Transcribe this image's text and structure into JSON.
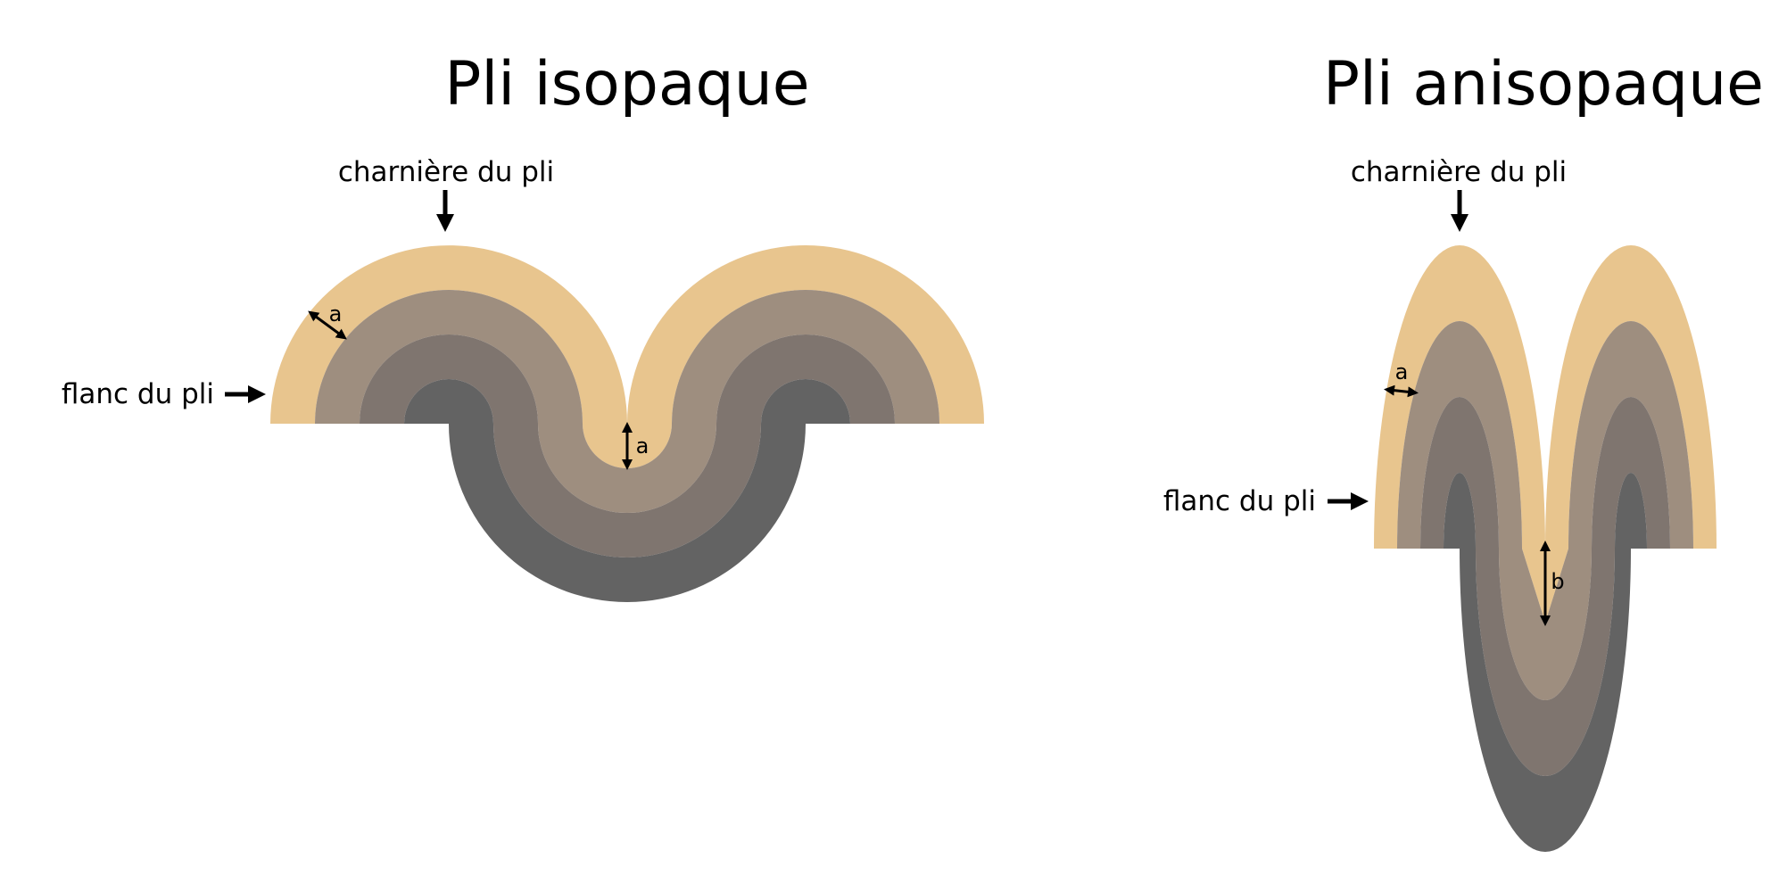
{
  "colors": {
    "layer_1": "#e8c58e",
    "layer_2": "#9e8e7f",
    "layer_3": "#7f756f",
    "layer_4": "#636363",
    "arrow": "#000000",
    "background": "#ffffff"
  },
  "isopaque": {
    "title": "Pli isopaque",
    "hinge_label": "charnière du pli",
    "limb_label": "flanc du pli",
    "thickness_label_flank": "a",
    "thickness_label_trough": "a"
  },
  "anisopaque": {
    "title": "Pli anisopaque",
    "hinge_label": "charnière du pli",
    "limb_label": "flanc du pli",
    "thickness_label_flank": "a",
    "thickness_label_trough": "b"
  }
}
